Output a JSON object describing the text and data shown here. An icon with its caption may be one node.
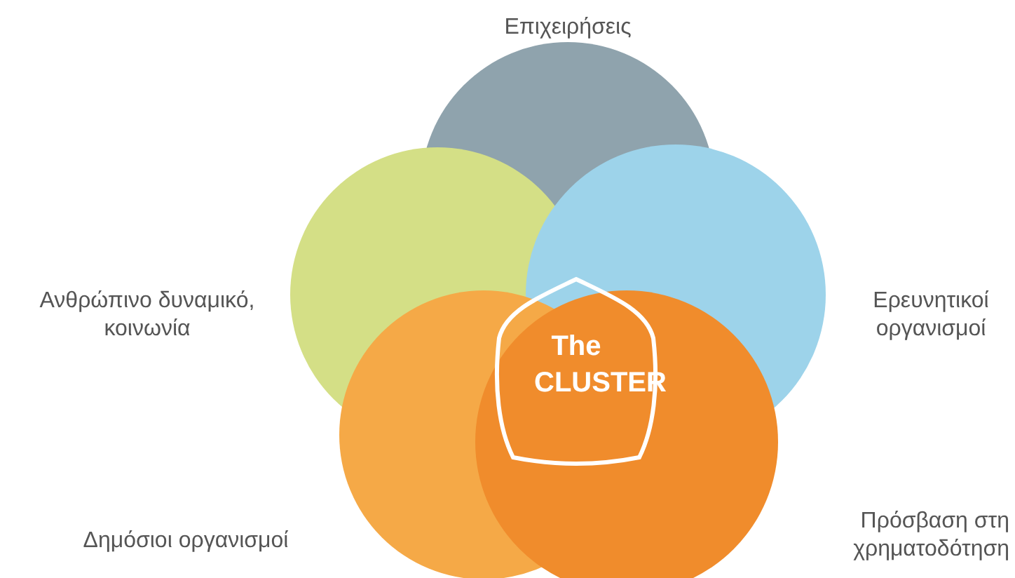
{
  "diagram": {
    "nodes": [
      {
        "text": [],
        "shape": "circle",
        "beside": [
          "Επιχειρήσεις"
        ]
      },
      {
        "text": [],
        "shape": "circle",
        "beside": [
          "Ανθρώπινο δυναμικό, κοινωνία"
        ]
      },
      {
        "text": [],
        "shape": "circle",
        "beside": [
          "Ερευνητικοί οργανισμοί"
        ]
      },
      {
        "text": [
          "The CLUSTER"
        ]
      },
      {
        "text": [],
        "shape": "circle",
        "beside": [
          "Δημόσιοι οργανισμοί"
        ]
      },
      {
        "text": [],
        "shape": "circle",
        "beside": [
          "Πρόσβαση στη χρηματοδότηση"
        ]
      }
    ],
    "edges": []
  }
}
